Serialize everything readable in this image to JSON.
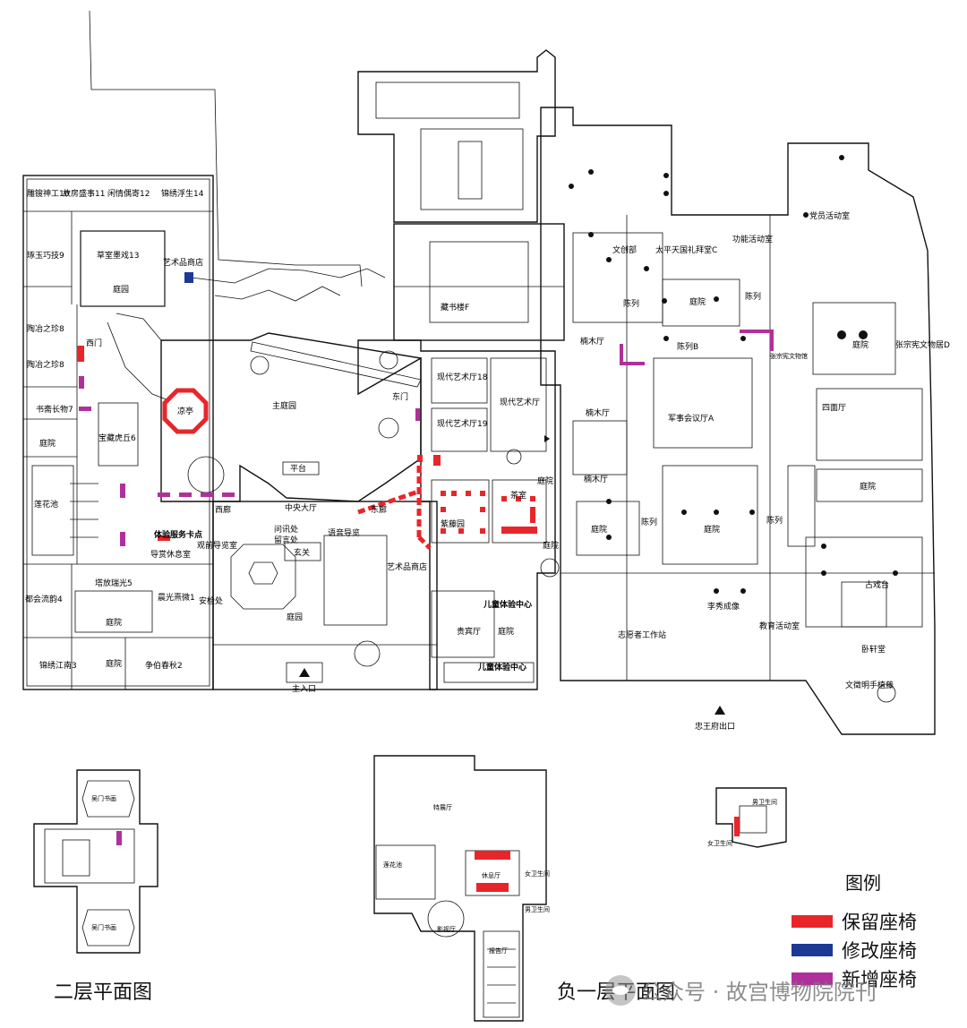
{
  "colors": {
    "retain": "#e8262a",
    "modify": "#1c3a95",
    "add": "#b0309b",
    "wall": "#111111"
  },
  "rooms": {
    "diaosu": "雕锼神工10",
    "fangsheng": "故房盛事11",
    "xianqing": "闲情偶寄12",
    "jinxiu14": "锦绣浮生14",
    "caotang": "草室墨戏13",
    "yuanlin": "庭园",
    "yishupin_top": "艺术品商店",
    "diaoyu": "琢玉巧技9",
    "taoye8a": "陶冶之珍8",
    "taoye8b": "陶冶之珍8",
    "ximen": "西门",
    "liangting": "凉亭",
    "zhutingyuan": "主庭园",
    "shuzhai": "书斋长物7",
    "tingyuan_w1": "庭院",
    "baozang": "宝藏虎丘6",
    "lianhuachi": "莲花池",
    "xilang": "西廊",
    "pingtai": "平台",
    "zhongyang": "中央大厅",
    "donglang": "东廊",
    "tiyan": "体验服务卡点",
    "daoshi": "导赏休息室",
    "guanqian": "观前导览室",
    "wenxun": "问讯处",
    "liuyan": "留言处",
    "xuanguan": "玄关",
    "yuyin": "语音导览",
    "tingyuan_c": "庭园",
    "tafang": "塔放瑞光5",
    "duhui": "都会流韵4",
    "chenguang": "晨光熹微1",
    "tingyuan_w2": "庭院",
    "anjian": "安检处",
    "jinxiu3": "锦绣江南3",
    "tingyuan_w3": "庭院",
    "zhengbo": "争伯春秋2",
    "zhurukou": "主入口",
    "yishupin_mid": "艺术品商店",
    "dongmen": "东门",
    "xiandai18": "现代艺术厅18",
    "xiandai19": "现代艺术厅19",
    "xiandai": "现代艺术厅",
    "ziteng": "紫藤园",
    "chashi": "茶室",
    "tingyuan_e1": "庭院",
    "tingyuan_e2": "庭院",
    "ertong1": "儿童体验中心",
    "guibin": "贵宾厅",
    "tingyuan_e3": "庭院",
    "ertong2": "儿童体验中心",
    "cangshu": "藏书楼F",
    "wenchuang": "文创部",
    "taiping": "太平天国礼拜堂C",
    "gongneng": "功能活动室",
    "dangyuan": "党员活动室",
    "chenlie_a": "陈列",
    "tingyuan_z1": "庭院",
    "chenlie_b2": "陈列",
    "nanmu1": "楠木厅",
    "chenlieB": "陈列B",
    "zhangzong": "张宗宪文物馆",
    "tingyuan_z2": "庭院",
    "zhangrongxian": "张宗宪文物居D",
    "nanmu2": "楠木厅",
    "junshi": "军事会议厅A",
    "simian": "四面厅",
    "nanmu3": "楠木厅",
    "chenlie_c": "陈列",
    "tingyuan_z3": "庭院",
    "chenlie_d": "陈列",
    "tingyuan_z4": "庭院",
    "tingyuan_z5": "庭院",
    "gushoutai": "古戏台",
    "lixiu": "李秀成像",
    "zhiyuanzhe": "志愿者工作站",
    "jiaoyu": "教育活动室",
    "woxuan": "卧轩堂",
    "wenzheng": "文徵明手植藤",
    "zhongwang": "忠王府出口",
    "wumen1": "吴门书画",
    "wumen2": "吴门书画",
    "tezhan": "特展厅",
    "lianhuachi2": "莲花池",
    "xiuxi": "休息厅",
    "nvwei": "女卫生间",
    "nanwei": "男卫生间",
    "yingshi": "影视厅",
    "baogao": "报告厅",
    "nanwei_s": "男卫生间",
    "nvwei_s": "女卫生间"
  },
  "titles": {
    "floor2": "二层平面图",
    "floorB1": "负一层平面图"
  },
  "legend": {
    "title": "图例",
    "retain": "保留座椅",
    "modify": "修改座椅",
    "add": "新增座椅"
  },
  "watermark": "公众号 · 故宫博物院院刊"
}
